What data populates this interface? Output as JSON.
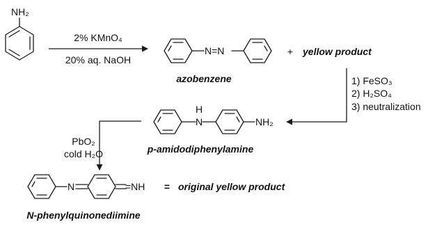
{
  "reagents": {
    "step1_above": "2% KMnO₄",
    "step1_below": "20% aq. NaOH",
    "step2_lines": [
      "1) FeSO₃",
      "2) H₂SO₄",
      "3) neutralization"
    ],
    "step3_lines": [
      "PbO₂",
      "cold H₂O"
    ]
  },
  "structures": {
    "aniline_group": "NH₂",
    "azo_linkage": "N=N",
    "amine_nh": "N",
    "amine_h": "H",
    "amine_nh2": "NH₂",
    "imine_n": "N",
    "imine_nh": "=NH"
  },
  "labels": {
    "plus": "+",
    "azobenzene": "azobenzene",
    "yellow_product": "yellow product",
    "amido": "p-amidodiphenylamine",
    "equals": "=",
    "original": "original yellow product",
    "quinone": "N-phenylquinonediimine"
  }
}
